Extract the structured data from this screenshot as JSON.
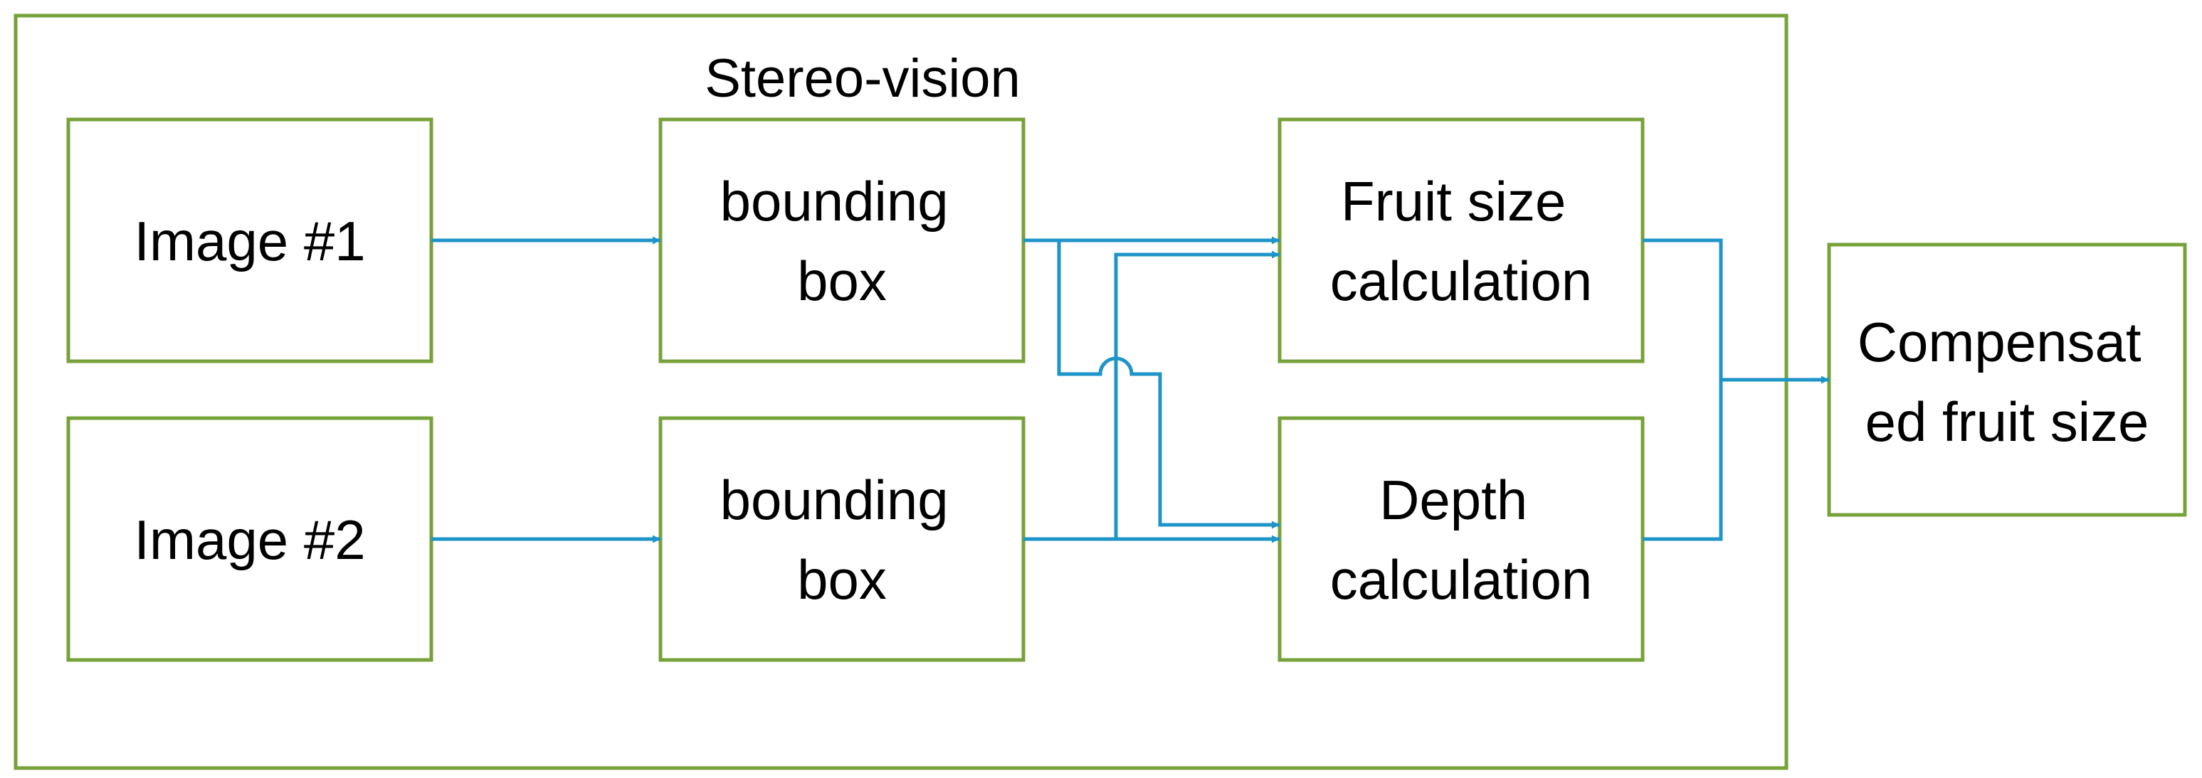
{
  "diagram": {
    "title": "Stereo-vision",
    "nodes": {
      "image1": {
        "lines": [
          "Image #1"
        ]
      },
      "image2": {
        "lines": [
          "Image #2"
        ]
      },
      "bbox1": {
        "lines": [
          "bounding",
          "box"
        ]
      },
      "bbox2": {
        "lines": [
          "bounding",
          "box"
        ]
      },
      "fruit_size": {
        "lines": [
          "Fruit size",
          "calculation"
        ]
      },
      "depth": {
        "lines": [
          "Depth",
          "calculation"
        ]
      },
      "compensated": {
        "lines": [
          "Compensat",
          "ed fruit size"
        ]
      }
    },
    "edges": [
      {
        "from": "Image #1",
        "to": "bounding box (1)"
      },
      {
        "from": "Image #2",
        "to": "bounding box (2)"
      },
      {
        "from": "bounding box (1)",
        "to": "Fruit size calculation"
      },
      {
        "from": "bounding box (1)",
        "to": "Depth calculation"
      },
      {
        "from": "bounding box (2)",
        "to": "Fruit size calculation"
      },
      {
        "from": "bounding box (2)",
        "to": "Depth calculation"
      },
      {
        "from": "Fruit size calculation",
        "to": "Compensated fruit size"
      },
      {
        "from": "Depth calculation",
        "to": "Compensated fruit size"
      }
    ],
    "colors": {
      "box_stroke": "#77a23a",
      "arrow": "#1e94c8",
      "text": "#000000"
    }
  }
}
